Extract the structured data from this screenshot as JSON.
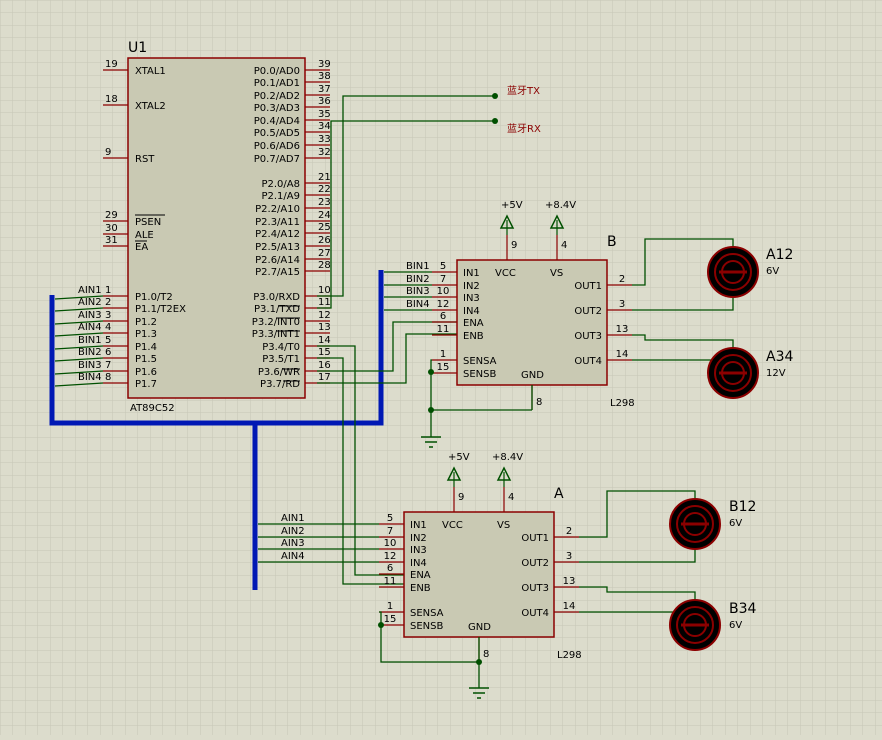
{
  "u1": {
    "ref": "U1",
    "part": "AT89C52",
    "left_pins": [
      {
        "num": "19",
        "name": "XTAL1"
      },
      {
        "num": "18",
        "name": "XTAL2"
      },
      {
        "num": "9",
        "name": "RST"
      },
      {
        "num": "29",
        "name": "PSEN"
      },
      {
        "num": "30",
        "name": "ALE"
      },
      {
        "num": "31",
        "name": "EA"
      },
      {
        "num": "1",
        "name": "P1.0/T2"
      },
      {
        "num": "2",
        "name": "P1.1/T2EX"
      },
      {
        "num": "3",
        "name": "P1.2"
      },
      {
        "num": "4",
        "name": "P1.3"
      },
      {
        "num": "5",
        "name": "P1.4"
      },
      {
        "num": "6",
        "name": "P1.5"
      },
      {
        "num": "7",
        "name": "P1.6"
      },
      {
        "num": "8",
        "name": "P1.7"
      }
    ],
    "right_pins": [
      {
        "num": "39",
        "name": "P0.0/AD0"
      },
      {
        "num": "38",
        "name": "P0.1/AD1"
      },
      {
        "num": "37",
        "name": "P0.2/AD2"
      },
      {
        "num": "36",
        "name": "P0.3/AD3"
      },
      {
        "num": "35",
        "name": "P0.4/AD4"
      },
      {
        "num": "34",
        "name": "P0.5/AD5"
      },
      {
        "num": "33",
        "name": "P0.6/AD6"
      },
      {
        "num": "32",
        "name": "P0.7/AD7"
      },
      {
        "num": "21",
        "name": "P2.0/A8"
      },
      {
        "num": "22",
        "name": "P2.1/A9"
      },
      {
        "num": "23",
        "name": "P2.2/A10"
      },
      {
        "num": "24",
        "name": "P2.3/A11"
      },
      {
        "num": "25",
        "name": "P2.4/A12"
      },
      {
        "num": "26",
        "name": "P2.5/A13"
      },
      {
        "num": "27",
        "name": "P2.6/A14"
      },
      {
        "num": "28",
        "name": "P2.7/A15"
      },
      {
        "num": "10",
        "name": "P3.0/RXD"
      },
      {
        "num": "11",
        "name": "P3.1/TXD"
      },
      {
        "num": "12",
        "name": "P3.2/INT0"
      },
      {
        "num": "13",
        "name": "P3.3/INT1"
      },
      {
        "num": "14",
        "name": "P3.4/T0"
      },
      {
        "num": "15",
        "name": "P3.5/T1"
      },
      {
        "num": "16",
        "name": "P3.6/WR"
      },
      {
        "num": "17",
        "name": "P3.7/RD"
      }
    ],
    "net_labels": [
      "AIN1",
      "AIN2",
      "AIN3",
      "AIN4",
      "BIN1",
      "BIN2",
      "BIN3",
      "BIN4"
    ]
  },
  "bt": {
    "tx": "蓝牙TX",
    "rx": "蓝牙RX"
  },
  "driver_b": {
    "ref": "B",
    "part": "L298",
    "left_pins": [
      {
        "num": "5",
        "name": "IN1"
      },
      {
        "num": "7",
        "name": "IN2"
      },
      {
        "num": "10",
        "name": "IN3"
      },
      {
        "num": "12",
        "name": "IN4"
      },
      {
        "num": "6",
        "name": "ENA"
      },
      {
        "num": "11",
        "name": "ENB"
      },
      {
        "num": "1",
        "name": "SENSA"
      },
      {
        "num": "15",
        "name": "SENSB"
      }
    ],
    "right_pins": [
      {
        "num": "2",
        "name": "OUT1"
      },
      {
        "num": "3",
        "name": "OUT2"
      },
      {
        "num": "13",
        "name": "OUT3"
      },
      {
        "num": "14",
        "name": "OUT4"
      }
    ],
    "vcc": "VCC",
    "vs": "VS",
    "gnd": "GND",
    "vcc_pin": "9",
    "vs_pin": "4",
    "gnd_pin": "8",
    "nets": [
      "BIN1",
      "BIN2",
      "BIN3",
      "BIN4"
    ],
    "supply_5v": "+5V",
    "supply_84v": "+8.4V"
  },
  "driver_a": {
    "ref": "A",
    "part": "L298",
    "left_pins": [
      {
        "num": "5",
        "name": "IN1"
      },
      {
        "num": "7",
        "name": "IN2"
      },
      {
        "num": "10",
        "name": "IN3"
      },
      {
        "num": "12",
        "name": "IN4"
      },
      {
        "num": "6",
        "name": "ENA"
      },
      {
        "num": "11",
        "name": "ENB"
      },
      {
        "num": "1",
        "name": "SENSA"
      },
      {
        "num": "15",
        "name": "SENSB"
      }
    ],
    "right_pins": [
      {
        "num": "2",
        "name": "OUT1"
      },
      {
        "num": "3",
        "name": "OUT2"
      },
      {
        "num": "13",
        "name": "OUT3"
      },
      {
        "num": "14",
        "name": "OUT4"
      }
    ],
    "vcc": "VCC",
    "vs": "VS",
    "gnd": "GND",
    "vcc_pin": "9",
    "vs_pin": "4",
    "gnd_pin": "8",
    "nets": [
      "AIN1",
      "AIN2",
      "AIN3",
      "AIN4"
    ],
    "supply_5v": "+5V",
    "supply_84v": "+8.4V"
  },
  "motors": [
    {
      "ref": "A12",
      "voltage": "6V"
    },
    {
      "ref": "A34",
      "voltage": "12V"
    },
    {
      "ref": "B12",
      "voltage": "6V"
    },
    {
      "ref": "B34",
      "voltage": "6V"
    }
  ],
  "colors": {
    "background": "#dcdccc",
    "grid": "#c8c8b8",
    "body_fill": "#c9c9b3",
    "outline": "#8b0000",
    "wire": "#005000",
    "bus": "#0018b4",
    "power": "#005000"
  }
}
